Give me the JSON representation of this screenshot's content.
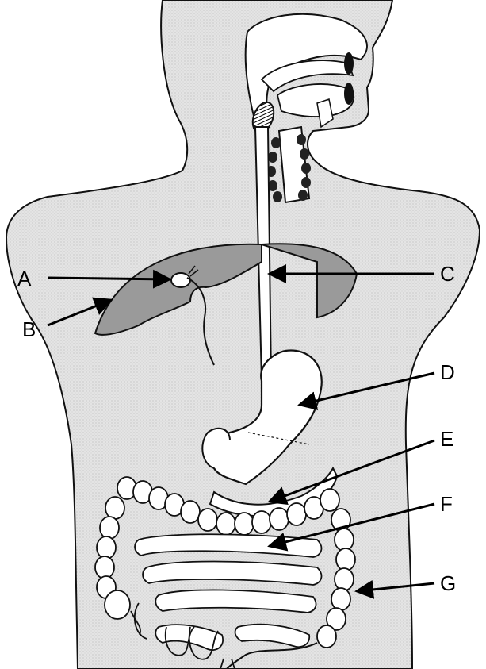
{
  "labels": [
    {
      "id": "A",
      "text": "A"
    },
    {
      "id": "B",
      "text": "B"
    },
    {
      "id": "C",
      "text": "C"
    },
    {
      "id": "D",
      "text": "D"
    },
    {
      "id": "E",
      "text": "E"
    },
    {
      "id": "F",
      "text": "F"
    },
    {
      "id": "G",
      "text": "G"
    }
  ],
  "colors": {
    "body_fill": "#e1e1e1",
    "liver_fill": "#9a9a9a",
    "line": "#111111",
    "organ_fill": "#ffffff"
  }
}
